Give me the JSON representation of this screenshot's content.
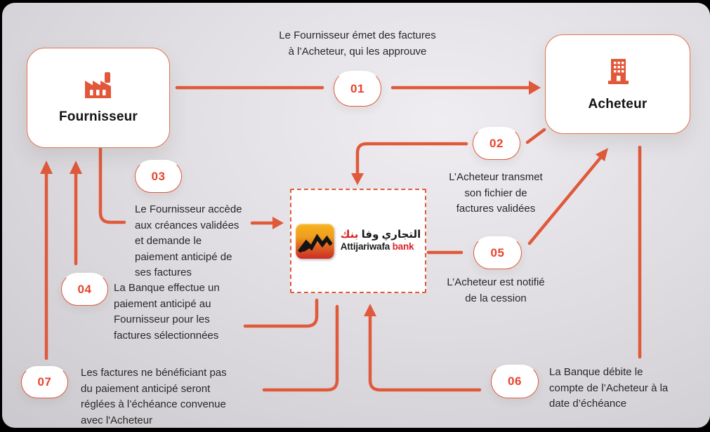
{
  "colors": {
    "accent_line": "#e0593b",
    "badge_number": "#e8432b",
    "icon_orange": "#e2573a",
    "logo_red": "#d8232a",
    "logo_gradient_top": "#f6b41f",
    "logo_gradient_bottom": "#cd2b27"
  },
  "nodes": {
    "fournisseur": {
      "label": "Fournisseur"
    },
    "acheteur": {
      "label": "Acheteur"
    }
  },
  "bank": {
    "arabic_main": "التجاري وفا",
    "arabic_bank": "بنك",
    "latin_main": "Attijariwafa",
    "latin_bank": "bank"
  },
  "steps": [
    {
      "num": "01",
      "text": "Le Fournisseur émet des factures\nà l’Acheteur, qui les approuve"
    },
    {
      "num": "02",
      "text": "L’Acheteur transmet\nson fichier de\nfactures validées"
    },
    {
      "num": "03",
      "text": "Le Fournisseur accède\naux créances validées\net demande le\npaiement anticipé de\nses factures"
    },
    {
      "num": "04",
      "text": "La Banque effectue un\npaiement anticipé au\nFournisseur pour les\nfactures sélectionnées"
    },
    {
      "num": "05",
      "text": "L’Acheteur est notifié\nde la cession"
    },
    {
      "num": "06",
      "text": "La Banque débite le\ncompte de l’Acheteur à la\ndate d’échéance"
    },
    {
      "num": "07",
      "text": "Les factures ne bénéficiant pas\ndu paiement anticipé seront\nréglées à l’échéance convenue\navec l'Acheteur"
    }
  ]
}
